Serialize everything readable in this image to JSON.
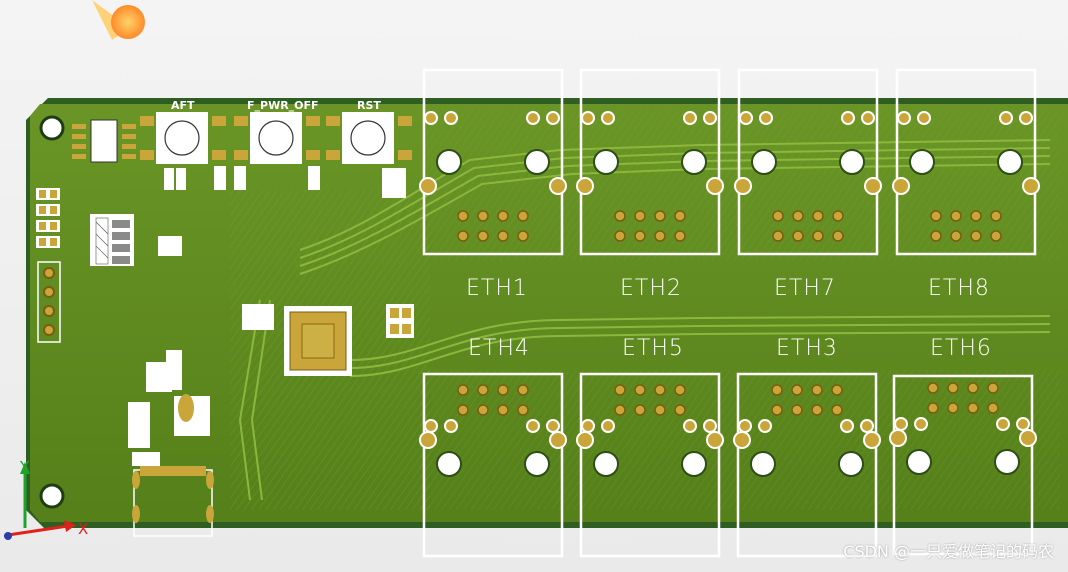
{
  "switches": [
    {
      "id": "sw-aft",
      "label": "AFT"
    },
    {
      "id": "sw-f-pwr-off",
      "label": "F_PWR_OFF"
    },
    {
      "id": "sw-rst",
      "label": "RST"
    }
  ],
  "ports": [
    {
      "id": "eth1",
      "label": "ETH1"
    },
    {
      "id": "eth2",
      "label": "ETH2"
    },
    {
      "id": "eth7",
      "label": "ETH7"
    },
    {
      "id": "eth8",
      "label": "ETH8"
    },
    {
      "id": "eth4",
      "label": "ETH4"
    },
    {
      "id": "eth5",
      "label": "ETH5"
    },
    {
      "id": "eth3",
      "label": "ETH3"
    },
    {
      "id": "eth6",
      "label": "ETH6"
    }
  ],
  "axes": {
    "y_label": "Y",
    "x_label": "X"
  },
  "watermark": "CSDN @一只爱做笔记的码农",
  "colors": {
    "board": "#5f8a1e",
    "board_edge": "#2e5a1f",
    "trace": "#8ab03a",
    "pad": "#c9a53a",
    "outline": "#ffffff",
    "x_axis": "#e0201b",
    "y_axis": "#22a22a"
  }
}
